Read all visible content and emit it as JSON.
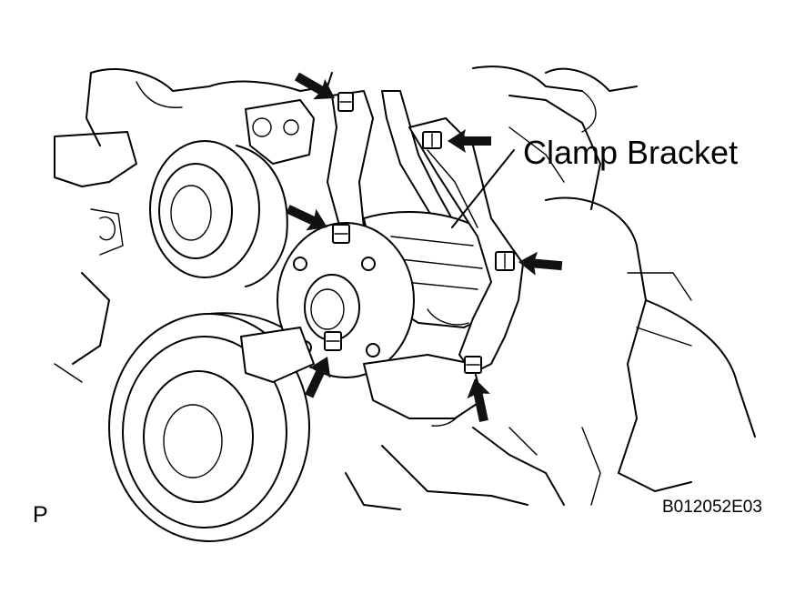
{
  "figure": {
    "callout_label": "Clamp Bracket",
    "view_letter": "P",
    "figure_code": "B012052E03"
  },
  "arrows": [
    {
      "name": "arrow-bolt-top-left",
      "target": "upper bracket bolt"
    },
    {
      "name": "arrow-bolt-top-right",
      "target": "clamp bracket upper bolt"
    },
    {
      "name": "arrow-bolt-pulley-upper",
      "target": "pump pulley upper stud"
    },
    {
      "name": "arrow-bolt-right",
      "target": "clamp bracket lower bolt"
    },
    {
      "name": "arrow-bolt-pulley-lower",
      "target": "pump pulley lower stud"
    },
    {
      "name": "arrow-bolt-bottom",
      "target": "bracket bottom bolt"
    }
  ]
}
